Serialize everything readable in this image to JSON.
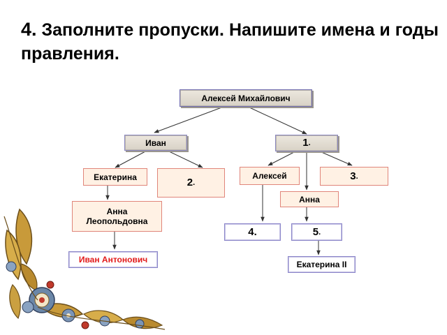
{
  "title": {
    "number": "4.",
    "text": "Заполните пропуски. Напишите имена и годы правления."
  },
  "nodes": {
    "root": "Алексей Михайлович",
    "ivan": "Иван",
    "blank1_num": "1",
    "blank1_dot": ".",
    "ekaterina": "Екатерина",
    "blank2_num": "2",
    "blank2_dot": ".",
    "aleksey": "Алексей",
    "blank3_num": "3",
    "blank3_dot": ".",
    "anna": "Анна",
    "anna_leopoldovna": "Анна Леопольдовна",
    "blank4": "4.",
    "blank5_num": "5",
    "blank5_dot": ".",
    "ivan_antonovich": "Иван Антонович",
    "ekaterina2": "Екатерина II"
  },
  "colors": {
    "highlight_text": "#e21a1a",
    "box_border": "#6f6bb0",
    "peach_fill": "#fff1e4"
  }
}
